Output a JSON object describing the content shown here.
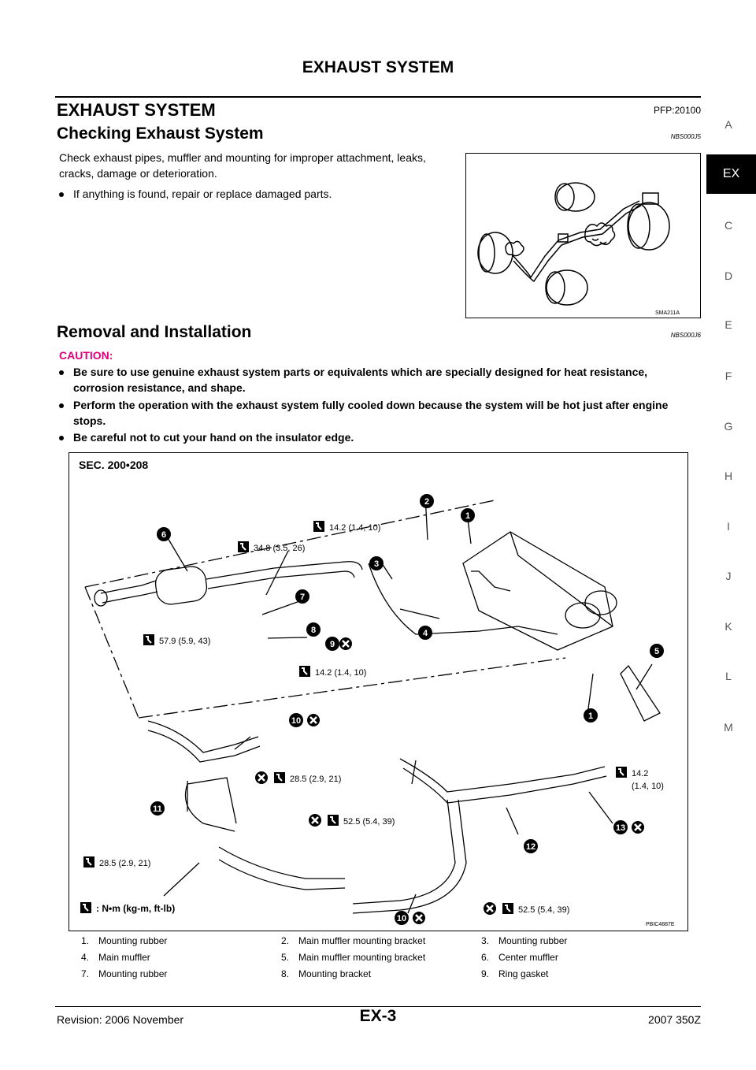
{
  "header": {
    "title": "EXHAUST SYSTEM"
  },
  "section": {
    "title": "EXHAUST SYSTEM",
    "pfp": "PFP:20100"
  },
  "checking": {
    "title": "Checking Exhaust System",
    "code": "NBS000J5",
    "text": "Check exhaust pipes, muffler and mounting for improper attachment, leaks, cracks, damage or deterioration.",
    "bullet": "If anything is found, repair or replace damaged parts.",
    "figure_code": "SMA211A"
  },
  "removal": {
    "title": "Removal and Installation",
    "code": "NBS000J6",
    "caution_label": "CAUTION:",
    "cautions": [
      "Be sure to use genuine exhaust system parts or equivalents which are specially designed for heat resistance, corrosion resistance, and shape.",
      "Perform the operation with the exhaust system fully cooled down because the system will be hot just after engine stops.",
      "Be careful not to cut your hand on the insulator edge."
    ]
  },
  "diagram": {
    "sec": "SEC. 200•208",
    "figure_code": "PBIC4887E",
    "units_note": ": N•m (kg-m, ft-lb)",
    "torques": {
      "t1": "14.2 (1.4, 10)",
      "t2": "34.8 (3.5, 26)",
      "t3": "57.9 (5.9, 43)",
      "t4": "14.2 (1.4, 10)",
      "t5a": "14.2",
      "t5b": "(1.4, 10)",
      "t6": "28.5 (2.9, 21)",
      "t7": "52.5 (5.4, 39)",
      "t8": "28.5 (2.9, 21)",
      "t9": "52.5 (5.4, 39)"
    },
    "callouts": [
      "1",
      "2",
      "3",
      "4",
      "5",
      "6",
      "7",
      "8",
      "9",
      "10",
      "11",
      "12",
      "13"
    ]
  },
  "legend": [
    [
      "1.",
      "Mounting rubber",
      "2.",
      "Main muffler mounting bracket",
      "3.",
      "Mounting rubber"
    ],
    [
      "4.",
      "Main muffler",
      "5.",
      "Main muffler mounting bracket",
      "6.",
      "Center muffler"
    ],
    [
      "7.",
      "Mounting rubber",
      "8.",
      "Mounting bracket",
      "9.",
      "Ring gasket"
    ]
  ],
  "footer": {
    "revision": "Revision: 2006 November",
    "page": "EX-3",
    "model": "2007 350Z"
  },
  "side_index": [
    "A",
    "EX",
    "C",
    "D",
    "E",
    "F",
    "G",
    "H",
    "I",
    "J",
    "K",
    "L",
    "M"
  ]
}
